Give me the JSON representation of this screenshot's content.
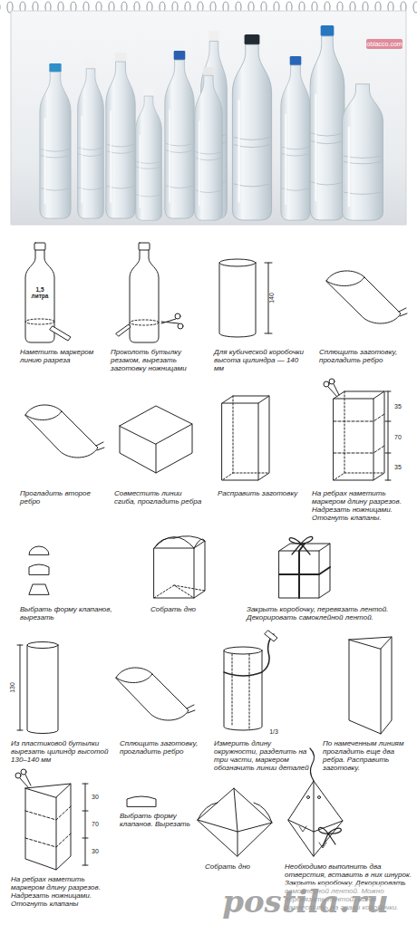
{
  "diagram": {
    "labels": [
      "oblacco.com",
      "1,5 литра",
      "Наметить маркером линию разреза",
      "Проколоть бутылку резаком, вырезать заготовку ножницами",
      "140",
      "Для кубической коробочки высота цилиндра — 140 мм",
      "Сплющить заготовку, прогладить ребро",
      "Прогладить второе ребро",
      "Совместить линии сгиба, прогладить ребра",
      "Расправить заготовку",
      "35",
      "70",
      "35",
      "На ребрах наметить маркером длину разрезов. Надрезать ножницами. Отогнуть клапаны.",
      "Выбрать форму клапанов, вырезать",
      "Собрать дно",
      "Закрыть коробочку, перевязать лентой. Декорировать самоклейной лентой.",
      "130",
      "Из пластиковой бутылки вырезать цилиндр высотой 130–140 мм",
      "Сплющить заготовку, прогладить ребро",
      "1/3",
      "Измерить длину окружности, разделить на три части, маркером обозначить линии деталей",
      "По намеченным линиям прогладить еще два ребра. Расправить заготовку.",
      "30",
      "70",
      "30",
      "На ребрах наметить маркером длину разрезов. Надрезать ножницами. Отогнуть клапаны",
      "Выбрать форму клапанов. Вырезать",
      "Собрать дно",
      "Необходимо выполнить два отверстия, вставить в них шнурок. Закрыть коробочку. Декорировать самоклейной лентой. Можно перевязать лентой. Бант разместить на грани коробочки.",
      "postila.ru"
    ]
  }
}
